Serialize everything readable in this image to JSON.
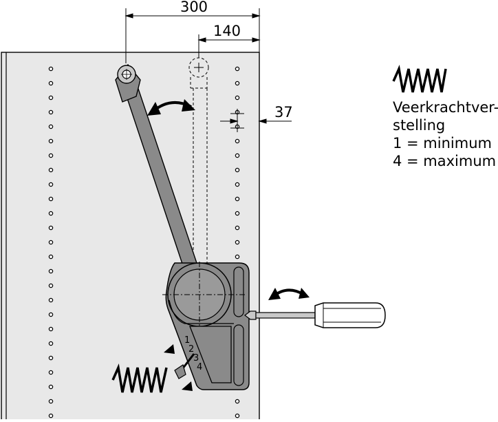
{
  "dimensions": {
    "overall_width": "300",
    "offset_width": "140",
    "hole_spacing": "37"
  },
  "legend": {
    "title_line1": "Veerkrachtver-",
    "title_line2": "stelling",
    "min_line": "1 = minimum",
    "max_line": "4 = maximum"
  },
  "scale_marks": [
    "1",
    "2",
    "3",
    "4"
  ],
  "colors": {
    "panel": "#e8e8e8",
    "mechanism": "#8a8a8a",
    "outline": "#000000"
  },
  "icons": [
    "spring-icon",
    "rotate-arrow-icon",
    "screwdriver-icon"
  ]
}
